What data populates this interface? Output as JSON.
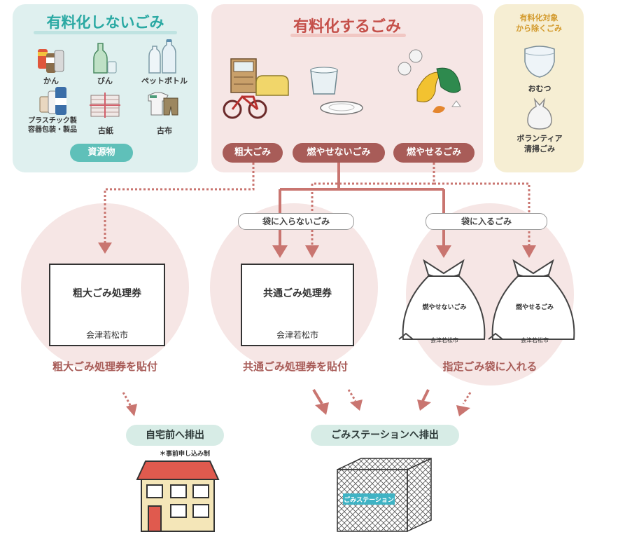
{
  "free": {
    "title": "有料化しないごみ",
    "items": [
      "かん",
      "びん",
      "ペットボトル",
      "プラスチック製\n容器包装・製品",
      "古紙",
      "古布"
    ],
    "pill": "資源物"
  },
  "paid": {
    "title": "有料化するごみ",
    "categories": [
      "粗大ごみ",
      "燃やせないごみ",
      "燃やせるごみ"
    ]
  },
  "excluded": {
    "title": "有料化対象\nから除くごみ",
    "items": [
      "おむつ",
      "ボランティア\n清掃ごみ"
    ]
  },
  "bag_labels": [
    "袋に入らないごみ",
    "袋に入るごみ"
  ],
  "tickets": [
    {
      "title": "粗大ごみ処理券",
      "city": "会津若松市"
    },
    {
      "title": "共通ごみ処理券",
      "city": "会津若松市"
    }
  ],
  "bags": [
    {
      "title": "燃やせないごみ",
      "city": "会津若松市"
    },
    {
      "title": "燃やせるごみ",
      "city": "会津若松市"
    }
  ],
  "actions": [
    "粗大ごみ処理券を貼付",
    "共通ごみ処理券を貼付",
    "指定ごみ袋に入れる"
  ],
  "destinations": {
    "home": "自宅前へ排出",
    "note": "＊事前申し込み制",
    "station": "ごみステーションへ排出",
    "station_sign": "ごみステーション"
  },
  "colors": {
    "teal": "#2aa9a3",
    "pink_bg": "#f6e6e5",
    "arrow": "#c97570",
    "brown_pill": "#a85c58",
    "gold": "#d39a2c"
  }
}
